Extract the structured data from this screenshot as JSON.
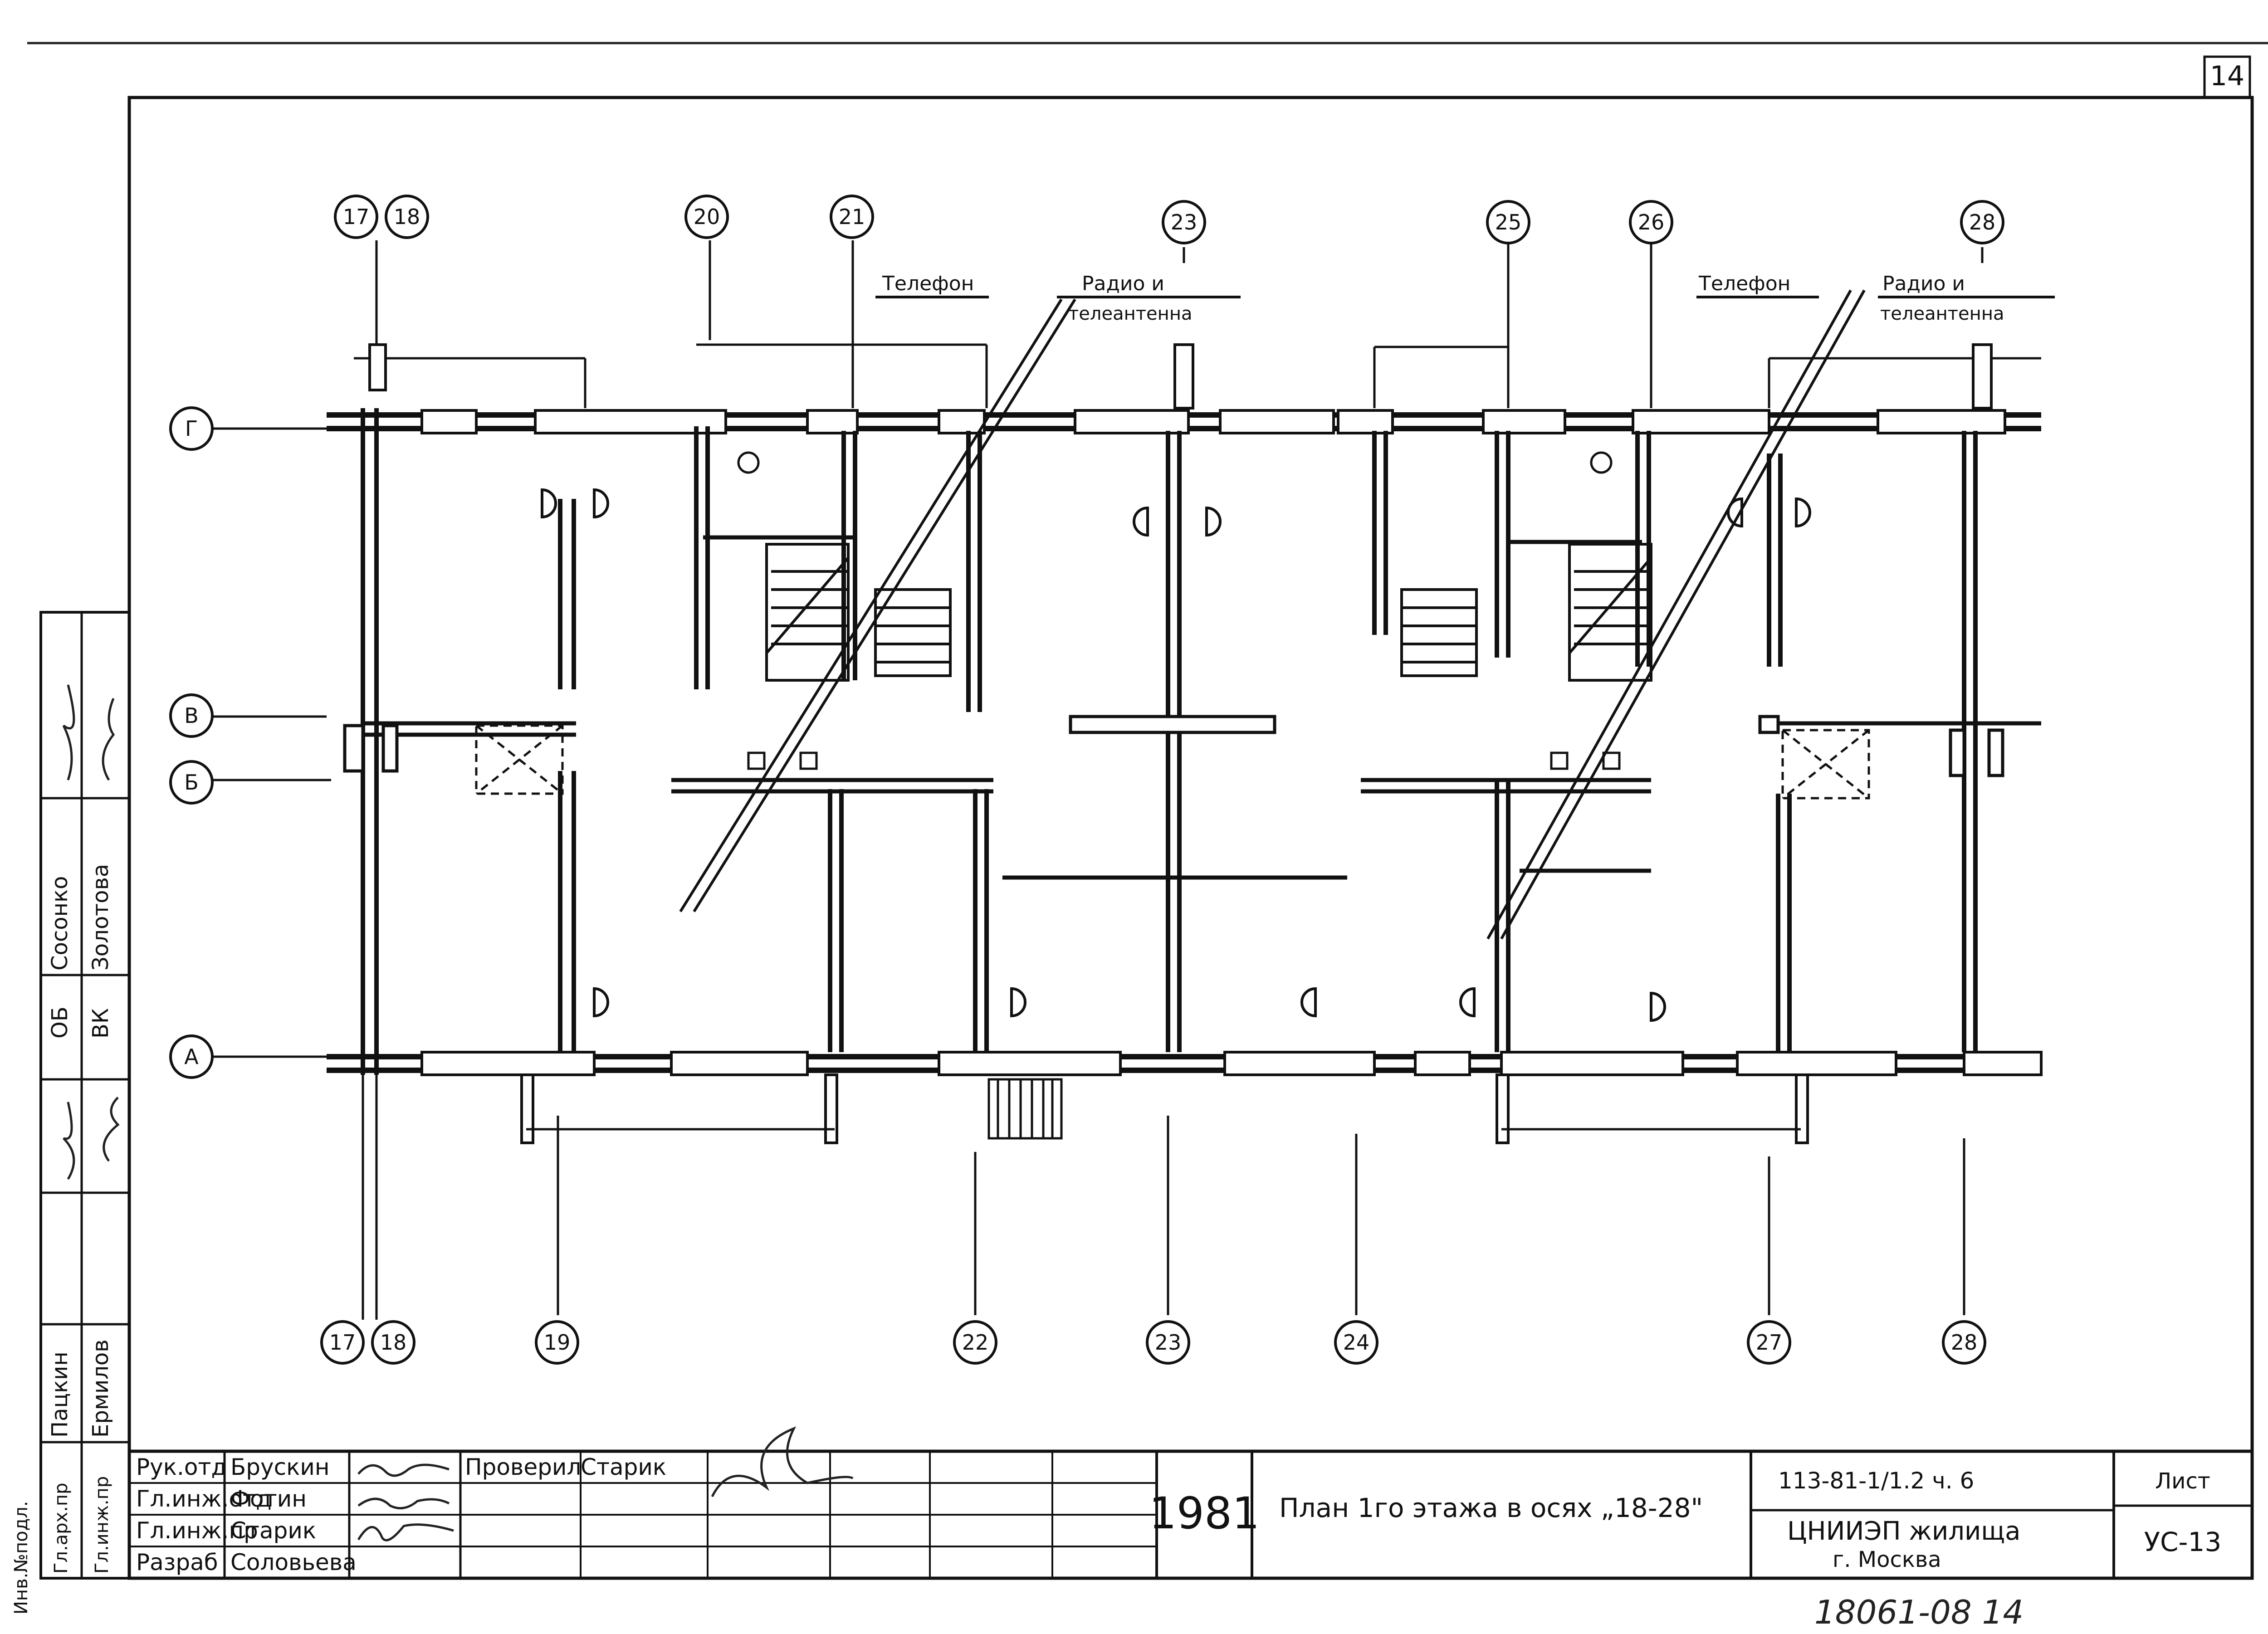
{
  "sheet_corner_number": "14",
  "axes_top": [
    "17",
    "18",
    "20",
    "21",
    "23",
    "25",
    "26",
    "28"
  ],
  "axes_bottom": [
    "17",
    "18",
    "19",
    "22",
    "23",
    "24",
    "27",
    "28"
  ],
  "axes_left": [
    "Г",
    "В",
    "Б",
    "А"
  ],
  "callouts": {
    "phone_left": "Телефон",
    "radio_left_1": "Радио и",
    "radio_left_2": "телеантенна",
    "phone_right": "Телефон",
    "radio_right_1": "Радио и",
    "radio_right_2": "телеантенна"
  },
  "left_strip": {
    "row1_role": "ОБ",
    "row1_name": "Сосонко",
    "row2_role": "ВК",
    "row2_name": "Золотова",
    "row3_role": "Гл.арх.пр",
    "row3_name": "Пацкин",
    "row4_role": "Гл.инж.пр",
    "row4_name": "Ермилов",
    "inv": "Инв.№подл."
  },
  "title_block": {
    "roles": [
      "Рук.отд",
      "Гл.инж.отд",
      "Гл.инж.пр",
      "Разраб"
    ],
    "names": [
      "Брускин",
      "Фотин",
      "Старик",
      "Соловьева"
    ],
    "checked_label": "Проверил",
    "checked_name": "Старик",
    "year": "1981",
    "drawing_title": "План 1го этажа в осях „18-28\"",
    "project_code": "113-81-1/1.2  ч. 6",
    "organization": "ЦНИИЭП жилища",
    "city": "г. Москва",
    "sheet_label": "Лист",
    "sheet_code": "УС-13"
  },
  "archive_number": "18061-08  14"
}
